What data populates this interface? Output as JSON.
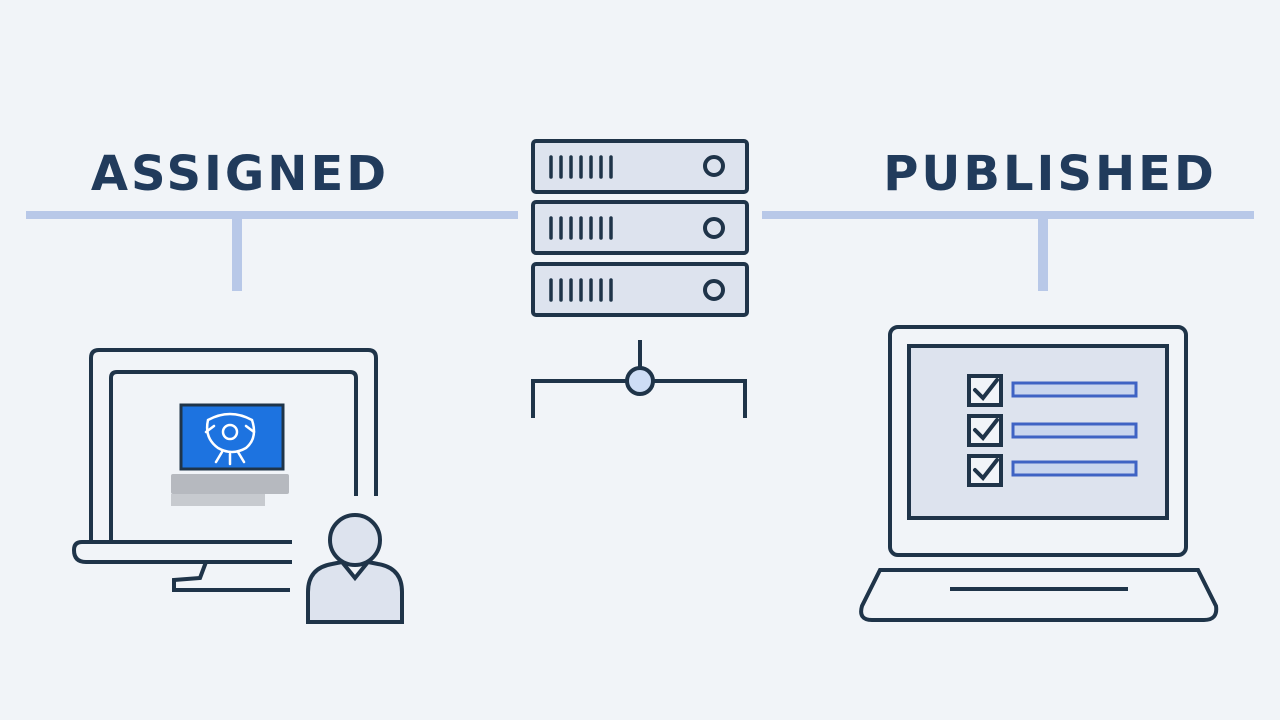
{
  "labels": {
    "assigned": "ASSIGNED",
    "published": "PUBLISHED"
  },
  "icons": {
    "server": "server-rack-icon",
    "network": "network-node-icon",
    "desktop": "desktop-monitor-icon",
    "user": "user-icon",
    "laptop": "laptop-icon",
    "app": "app-logo-icon",
    "checklist": "checklist-icon"
  },
  "colors": {
    "background": "#f1f4f8",
    "stroke": "#1f3449",
    "label": "#213b5c",
    "connector": "#b8c8e8",
    "fill_light": "#dde3ee",
    "accent_blue": "#1d73e0",
    "check_line": "#3e63c4"
  },
  "checklist": {
    "items": 3
  }
}
